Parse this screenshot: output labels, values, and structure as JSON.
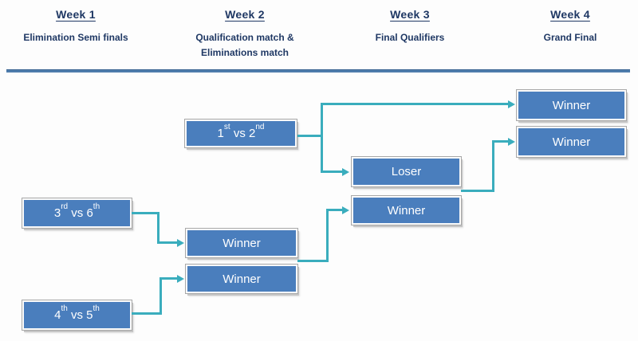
{
  "header": {
    "columns": [
      {
        "title": "Week 1",
        "subtitle": "Elimination Semi finals"
      },
      {
        "title": "Week 2",
        "subtitle": "Qualification match &\nEliminations match"
      },
      {
        "title": "Week 3",
        "subtitle": "Final Qualifiers"
      },
      {
        "title": "Week 4",
        "subtitle": "Grand Final"
      }
    ]
  },
  "boxes": {
    "m1v2": {
      "base1": "1",
      "sup1": "st",
      "vs": " vs ",
      "base2": "2",
      "sup2": "nd"
    },
    "m3v6": {
      "base1": "3",
      "sup1": "rd",
      "vs": " vs ",
      "base2": "6",
      "sup2": "th"
    },
    "m4v5": {
      "base1": "4",
      "sup1": "th",
      "vs": " vs ",
      "base2": "5",
      "sup2": "th"
    },
    "w2_winner_top": {
      "label": "Winner"
    },
    "w2_winner_bottom": {
      "label": "Winner"
    },
    "w3_loser": {
      "label": "Loser"
    },
    "w3_winner": {
      "label": "Winner"
    },
    "w4_winner_top": {
      "label": "Winner"
    },
    "w4_winner_bottom": {
      "label": "Winner"
    }
  },
  "connections": [
    {
      "from": "m1v2",
      "to": "w4_winner_top"
    },
    {
      "from": "m1v2",
      "to": "w3_loser"
    },
    {
      "from": "m3v6",
      "to": "w2_winner_top"
    },
    {
      "from": "m4v5",
      "to": "w2_winner_bottom"
    },
    {
      "from": "w2_winner_pair",
      "to": "w3_winner"
    },
    {
      "from": "w3_pair",
      "to": "w4_winner_bottom"
    }
  ],
  "colors": {
    "box_fill": "#4a7ebd",
    "connector": "#3aadbd",
    "header_text": "#1f3864",
    "divider": "#4e7cac",
    "page_bg": "#fdfdfd"
  }
}
